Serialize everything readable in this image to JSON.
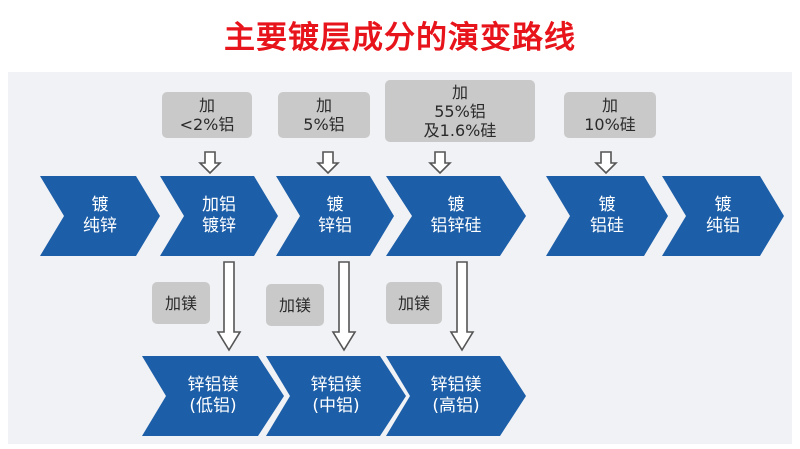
{
  "title": "主要镀层成分的演变路线",
  "colors": {
    "title": "#e8141b",
    "chevron": "#1c5ea8",
    "chevron_dark": "#0f3f7c",
    "label_box": "#c9c9c9",
    "panel": "#f1f2f5"
  },
  "top_row": [
    {
      "line1": "镀",
      "line2": "纯锌"
    },
    {
      "line1": "加铝",
      "line2": "镀锌"
    },
    {
      "line1": "镀",
      "line2": "锌铝"
    },
    {
      "line1": "镀",
      "line2": "铝锌硅"
    },
    {
      "line1": "镀",
      "line2": "铝硅"
    },
    {
      "line1": "镀",
      "line2": "纯铝"
    }
  ],
  "additions": [
    {
      "line1": "加",
      "line2": "<2%铝",
      "line3": ""
    },
    {
      "line1": "加",
      "line2": "5%铝",
      "line3": ""
    },
    {
      "line1": "加",
      "line2": "55%铝",
      "line3": "及1.6%硅"
    },
    {
      "line1": "加",
      "line2": "10%硅",
      "line3": ""
    }
  ],
  "mg_label": "加镁",
  "bottom_row": [
    {
      "line1": "锌铝镁",
      "line2": "(低铝)"
    },
    {
      "line1": "锌铝镁",
      "line2": "(中铝)"
    },
    {
      "line1": "锌铝镁",
      "line2": "(高铝)"
    }
  ]
}
